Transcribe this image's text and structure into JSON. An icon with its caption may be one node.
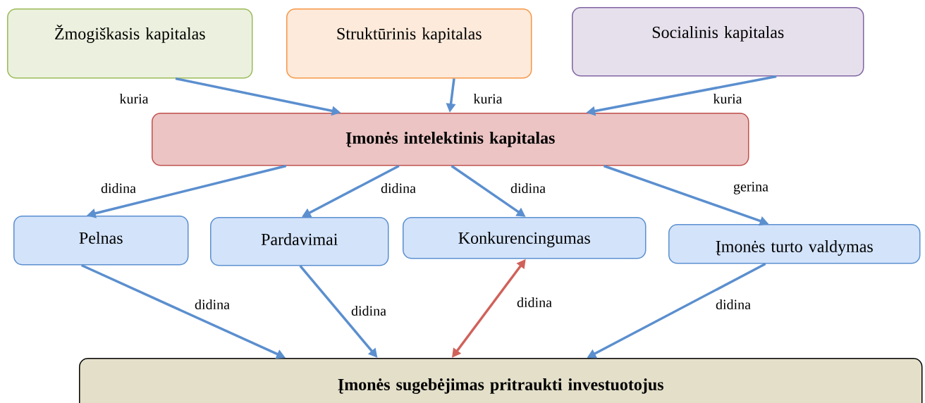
{
  "diagram": {
    "nodes": [
      {
        "text": [
          "Žmogiškasis kapitalas"
        ]
      },
      {
        "text": [
          "Struktūrinis kapitalas"
        ]
      },
      {
        "text": [
          "Socialinis kapitalas"
        ]
      },
      {
        "text": [
          "Įmonės intelektinis kapitalas"
        ]
      },
      {
        "text": [
          "Pelnas"
        ]
      },
      {
        "text": [
          "Pardavimai"
        ]
      },
      {
        "text": [
          "Konkurencingumas"
        ]
      },
      {
        "text": [
          "Įmonės turto valdymas"
        ]
      },
      {
        "text": [
          "Įmonės sugebėjimas pritraukti investuotojus"
        ]
      }
    ],
    "edges": [
      {
        "from": 0,
        "to": 3,
        "arrow": "to",
        "label": "kuria"
      },
      {
        "from": 1,
        "to": 3,
        "arrow": "to",
        "label": "kuria"
      },
      {
        "from": 2,
        "to": 3,
        "arrow": "to",
        "label": "kuria"
      },
      {
        "from": 3,
        "to": 4,
        "arrow": "to",
        "label": "didina"
      },
      {
        "from": 3,
        "to": 5,
        "arrow": "to",
        "label": "didina"
      },
      {
        "from": 3,
        "to": 6,
        "arrow": "to",
        "label": "didina"
      },
      {
        "from": 3,
        "to": 7,
        "arrow": "to",
        "label": "gerina"
      },
      {
        "from": 4,
        "to": 8,
        "arrow": "to",
        "label": "didina"
      },
      {
        "from": 5,
        "to": 8,
        "arrow": "to",
        "label": "didina"
      },
      {
        "from": 6,
        "to": 8,
        "arrow": "both",
        "label": "didina",
        "color": "#d0625a"
      },
      {
        "from": 7,
        "to": 8,
        "arrow": "to",
        "label": "didina"
      }
    ]
  }
}
